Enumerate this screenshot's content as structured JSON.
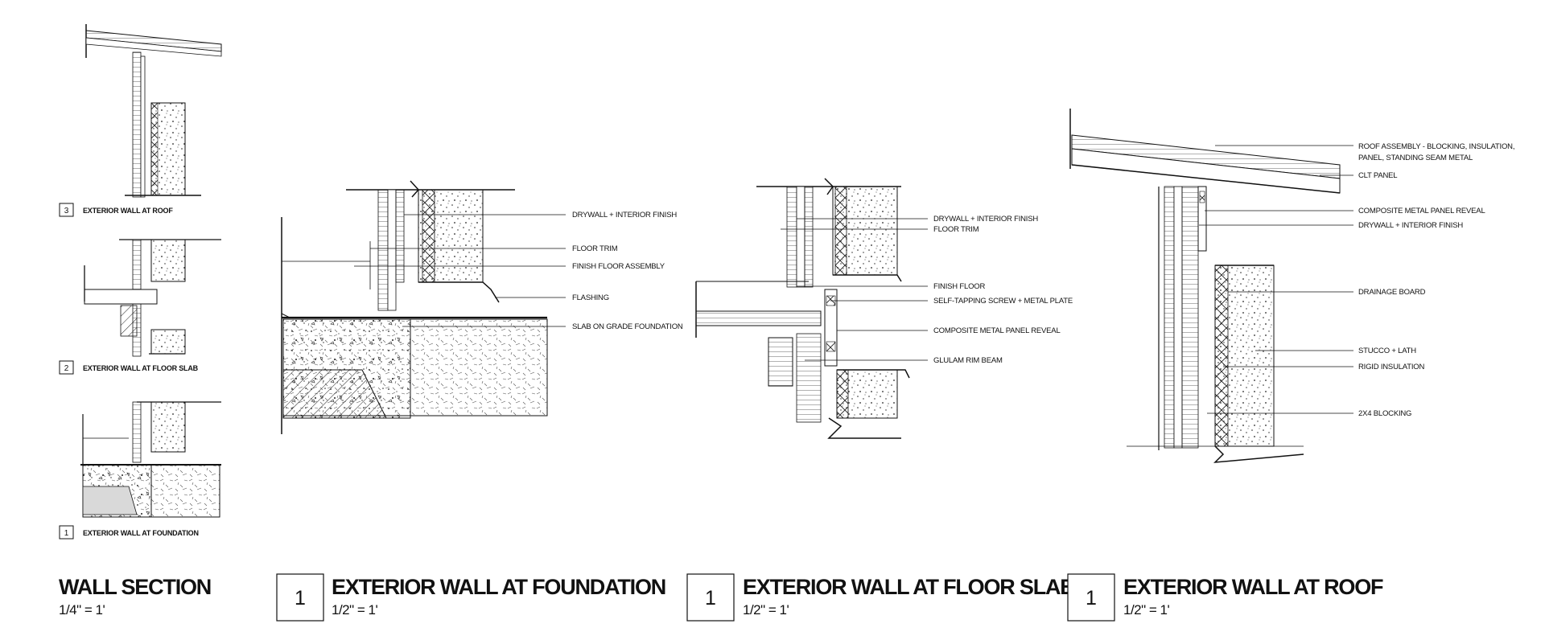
{
  "sheet_colors": {
    "line": "#111111",
    "fill": "#ffffff"
  },
  "wall_section": {
    "title": "WALL SECTION",
    "scale": "1/4\" = 1'",
    "details": [
      {
        "number": "3",
        "label": "EXTERIOR WALL AT ROOF"
      },
      {
        "number": "2",
        "label": "EXTERIOR WALL AT FLOOR SLAB"
      },
      {
        "number": "1",
        "label": "EXTERIOR WALL AT FOUNDATION"
      }
    ]
  },
  "foundation_detail": {
    "number": "1",
    "title": "EXTERIOR WALL AT FOUNDATION",
    "scale": "1/2\" = 1'",
    "notes": [
      "DRYWALL + INTERIOR FINISH",
      "FLOOR TRIM",
      "FINISH FLOOR ASSEMBLY",
      "FLASHING",
      "SLAB ON GRADE FOUNDATION"
    ]
  },
  "floor_slab_detail": {
    "number": "1",
    "title": "EXTERIOR WALL AT FLOOR SLAB",
    "scale": "1/2\" = 1'",
    "notes": [
      "DRYWALL + INTERIOR FINISH",
      "FLOOR TRIM",
      "FINISH FLOOR",
      "SELF-TAPPING SCREW + METAL PLATE",
      "COMPOSITE METAL PANEL REVEAL",
      "GLULAM RIM BEAM"
    ]
  },
  "roof_detail": {
    "number": "1",
    "title": "EXTERIOR WALL AT ROOF",
    "scale": "1/2\" = 1'",
    "notes": [
      "ROOF ASSEMBLY - BLOCKING, INSULATION,",
      "PANEL, STANDING SEAM METAL",
      "CLT PANEL",
      "COMPOSITE METAL PANEL REVEAL",
      "DRYWALL + INTERIOR FINISH",
      "DRAINAGE BOARD",
      "STUCCO + LATH",
      "RIGID INSULATION",
      "2X4 BLOCKING"
    ]
  }
}
